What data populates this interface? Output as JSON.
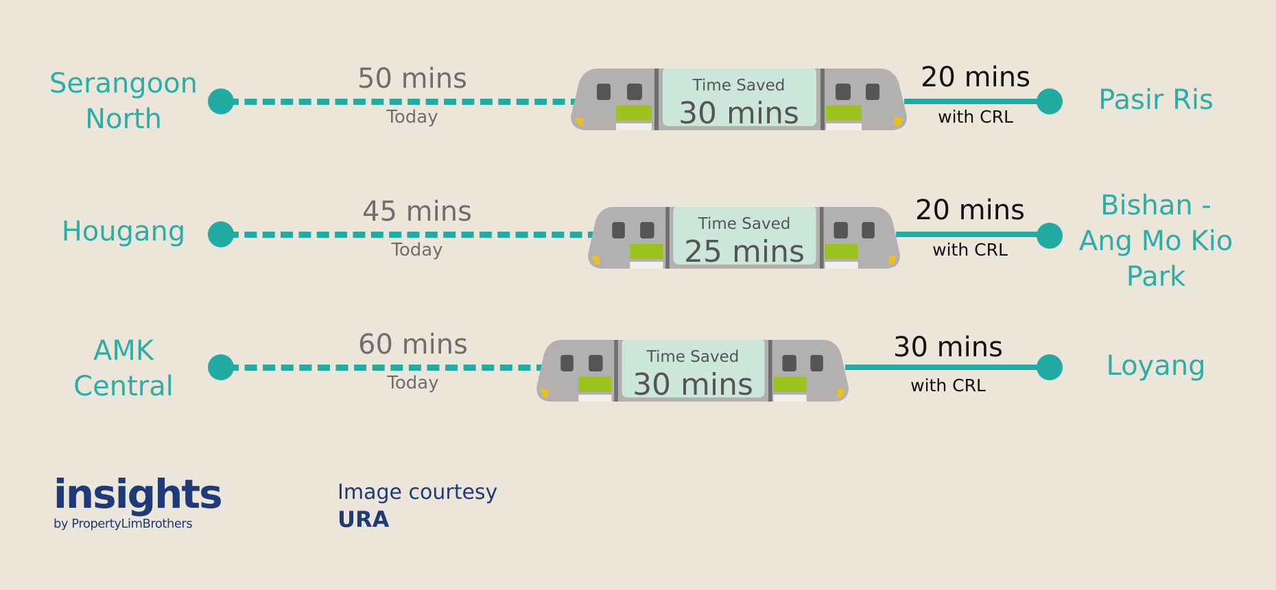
{
  "routes": [
    {
      "origin_line1": "Serangoon",
      "origin_line2": "North",
      "destination_lines": [
        "Pasir Ris"
      ],
      "today_time": "50 mins",
      "today_label": "Today",
      "saved_label": "Time Saved",
      "saved_time": "30 mins",
      "crl_time": "20 mins",
      "crl_label": "with CRL"
    },
    {
      "origin_line1": "Hougang",
      "origin_line2": "",
      "destination_lines": [
        "Bishan -",
        "Ang Mo Kio",
        "Park"
      ],
      "today_time": "45 mins",
      "today_label": "Today",
      "saved_label": "Time Saved",
      "saved_time": "25 mins",
      "crl_time": "20 mins",
      "crl_label": "with CRL"
    },
    {
      "origin_line1": "AMK",
      "origin_line2": "Central",
      "destination_lines": [
        "Loyang"
      ],
      "today_time": "60 mins",
      "today_label": "Today",
      "saved_label": "Time Saved",
      "saved_time": "30 mins",
      "crl_time": "30 mins",
      "crl_label": "with CRL"
    }
  ],
  "logo": {
    "main": "insights",
    "sub": "by PropertyLimBrothers"
  },
  "credit": {
    "label": "Image courtesy",
    "source": "URA"
  },
  "colors": {
    "line": "#22aba3",
    "station_text": "#2aaea6",
    "background": "#ece5da",
    "brand": "#1e3a78"
  }
}
